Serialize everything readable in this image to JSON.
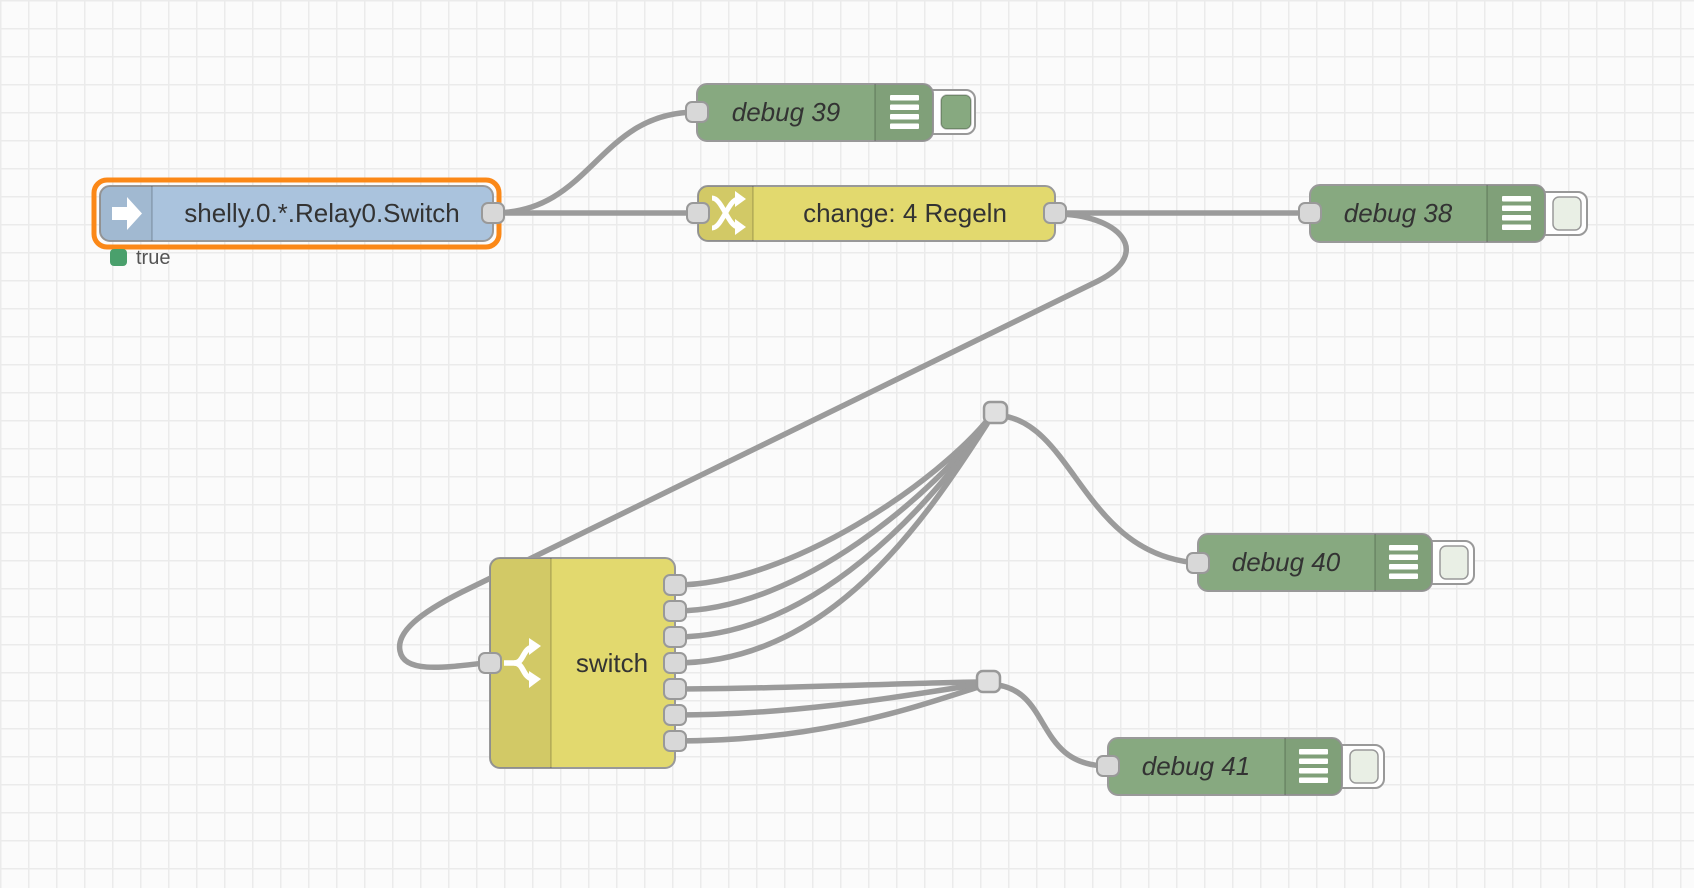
{
  "app": "flow-editor-canvas",
  "colors": {
    "canvas_background": "#fbfbfb",
    "grid_line": "#ebebeb",
    "wire": "#9b9b9b",
    "debug_node": "#87a980",
    "rule_node_yellow": "#e2d96e",
    "iobroker_node_blue": "#aac3dd",
    "selection_outline": "#fb8817",
    "status_green": "#4aa06c",
    "port_fill": "#d8d8d8"
  },
  "nodes": {
    "shelly": {
      "label": "shelly.0.*.Relay0.Switch",
      "selected": true,
      "status": {
        "text": "true"
      }
    },
    "debug39": {
      "label": "debug 39",
      "button_enabled": true
    },
    "change": {
      "label": "change: 4 Regeln"
    },
    "debug38": {
      "label": "debug 38",
      "button_enabled": false
    },
    "switch": {
      "label": "switch",
      "outputs": 7
    },
    "debug40": {
      "label": "debug 40",
      "button_enabled": false
    },
    "debug41": {
      "label": "debug 41",
      "button_enabled": false
    }
  },
  "wires": [
    {
      "from": "shelly",
      "to": "debug39"
    },
    {
      "from": "shelly",
      "to": "change"
    },
    {
      "from": "change",
      "to": "debug38"
    },
    {
      "from": "change",
      "to": "switch"
    },
    {
      "from": "switch outputs 1-4",
      "to": "junction-1"
    },
    {
      "from": "junction-1",
      "to": "debug40"
    },
    {
      "from": "switch outputs 5-7",
      "to": "junction-2"
    },
    {
      "from": "junction-2",
      "to": "debug41"
    }
  ]
}
